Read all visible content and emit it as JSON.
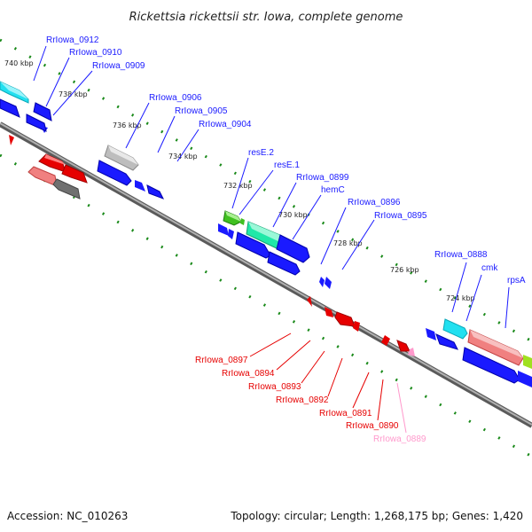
{
  "title": "Rickettsia rickettsii str. Iowa, complete genome",
  "footer": {
    "accession": "Accession: NC_010263",
    "summary": "Topology: circular; Length: 1,268,175 bp; Genes: 1,420"
  },
  "kbp_ticks": [
    "740 kbp",
    "738 kbp",
    "736 kbp",
    "734 kbp",
    "732 kbp",
    "730 kbp",
    "728 kbp",
    "726 kbp",
    "724 kbp"
  ],
  "top_gene_labels": [
    "RrIowa_0912",
    "RrIowa_0910",
    "RrIowa_0909",
    "RrIowa_0906",
    "RrIowa_0905",
    "RrIowa_0904",
    "resE.2",
    "resE.1",
    "RrIowa_0899",
    "hemC",
    "RrIowa_0896",
    "RrIowa_0895",
    "RrIowa_0888",
    "cmk",
    "rpsA"
  ],
  "bottom_gene_labels": [
    "RrIowa_0897",
    "RrIowa_0894",
    "RrIowa_0893",
    "RrIowa_0892",
    "RrIowa_0891",
    "RrIowa_0890",
    "RrIowa_0889"
  ],
  "colors": {
    "forward": "#1a1aff",
    "reverse": "#e60000",
    "cyan": "#22e0f0",
    "green": "#40c020",
    "teal": "#20e8a8",
    "gray": "#bdbdbd",
    "salmon": "#f08080",
    "darkgray": "#707070",
    "pink": "#ff99cc",
    "tick_green": "#1a8a1a"
  }
}
